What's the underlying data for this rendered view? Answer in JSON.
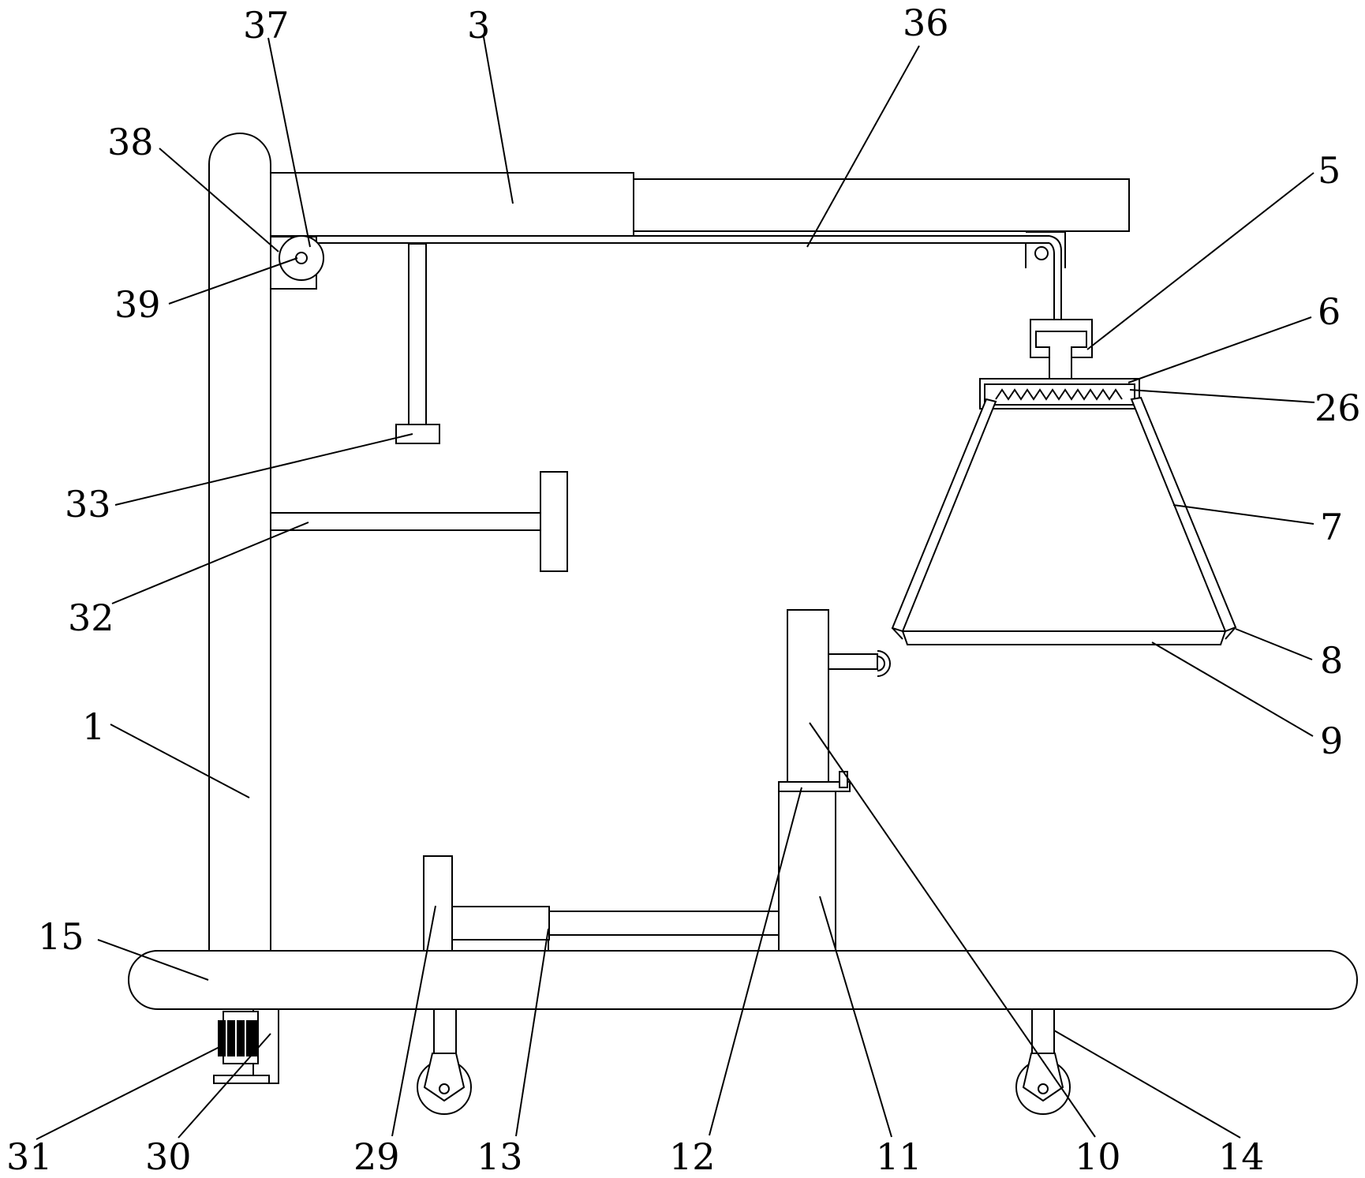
{
  "labels": {
    "l37": "37",
    "l3": "3",
    "l36": "36",
    "l38": "38",
    "l5": "5",
    "l39": "39",
    "l6": "6",
    "l26": "26",
    "l33": "33",
    "l7": "7",
    "l32": "32",
    "l8": "8",
    "l1": "1",
    "l9": "9",
    "l15": "15",
    "l31": "31",
    "l30": "30",
    "l29": "29",
    "l13": "13",
    "l12": "12",
    "l11": "11",
    "l10": "10",
    "l14": "14"
  },
  "colors": {
    "stroke": "#000000",
    "background": "#ffffff",
    "motor_fill": "#000000"
  }
}
